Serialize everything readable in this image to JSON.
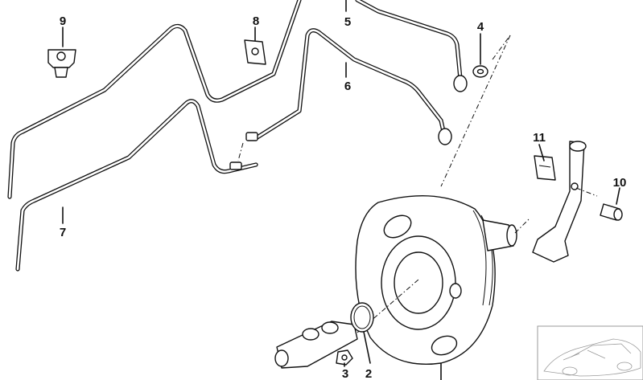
{
  "callouts": [
    {
      "id": "1",
      "text": ""
    },
    {
      "id": "2",
      "text": "2"
    },
    {
      "id": "3",
      "text": "3"
    },
    {
      "id": "4",
      "text": "4"
    },
    {
      "id": "5",
      "text": "5"
    },
    {
      "id": "6",
      "text": "6"
    },
    {
      "id": "7",
      "text": "7"
    },
    {
      "id": "8",
      "text": "8"
    },
    {
      "id": "9",
      "text": "9"
    },
    {
      "id": "10",
      "text": "10"
    },
    {
      "id": "11",
      "text": "11"
    }
  ],
  "labels": {
    "c2": "2",
    "c3": "3",
    "c4": "4",
    "c5": "5",
    "c6": "6",
    "c7": "7",
    "c8": "8",
    "c9": "9",
    "c10": "10",
    "c11": "11"
  },
  "colors": {
    "line": "#111111",
    "background": "#ffffff",
    "thumbnail": "#9a9a9a"
  }
}
